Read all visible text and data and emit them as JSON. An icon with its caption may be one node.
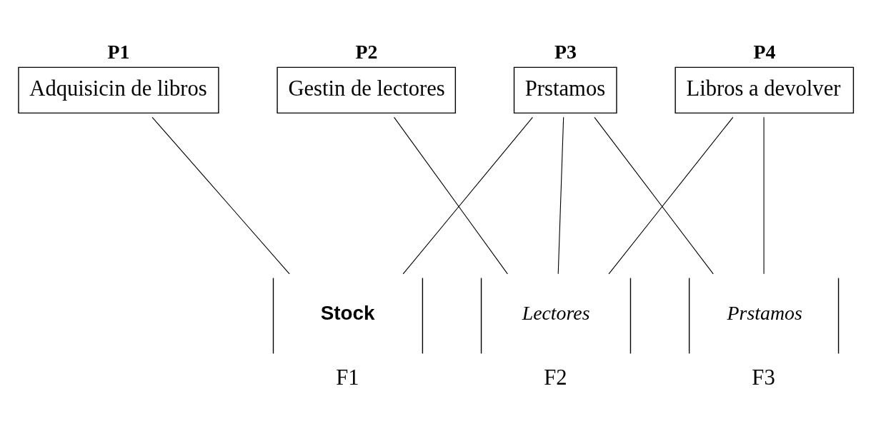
{
  "diagram": {
    "nodes": [
      {
        "text": [
          "P1",
          "Adquisicin de libros"
        ]
      },
      {
        "text": [
          "P2",
          "Gestin de lectores"
        ]
      },
      {
        "text": [
          "P3",
          "Prstamos"
        ]
      },
      {
        "text": [
          "P4",
          "Libros a devolver"
        ]
      },
      {
        "text": [
          "Stock",
          "F1"
        ]
      },
      {
        "text": [
          "Lectores",
          "F2"
        ]
      },
      {
        "text": [
          "Prstamos",
          "F3"
        ]
      }
    ],
    "edges": [
      {
        "from": 0,
        "to": 4,
        "arrow": "none"
      },
      {
        "from": 2,
        "to": 4,
        "arrow": "none"
      },
      {
        "from": 1,
        "to": 5,
        "arrow": "none"
      },
      {
        "from": 2,
        "to": 5,
        "arrow": "none"
      },
      {
        "from": 3,
        "to": 5,
        "arrow": "none"
      },
      {
        "from": 2,
        "to": 6,
        "arrow": "none"
      },
      {
        "from": 3,
        "to": 6,
        "arrow": "none"
      }
    ]
  }
}
